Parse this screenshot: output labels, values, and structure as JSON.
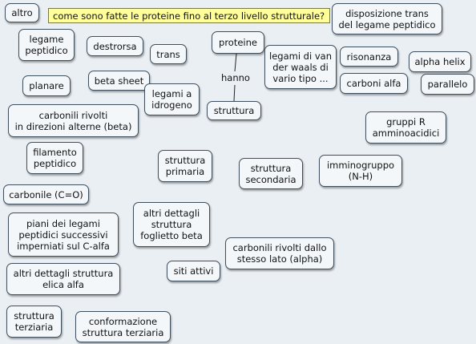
{
  "question": "come sono fatte le proteine fino al terzo livello strutturale?",
  "link_label": "hanno",
  "nodes": {
    "altro": "altro",
    "disposizione": "disposizione trans\ndel legame peptidico",
    "legame_peptidico": "legame\npeptidico",
    "destrorsa": "destrorsa",
    "trans": "trans",
    "proteine": "proteine",
    "van_der_waals": "legami di van\nder waals di\nvario tipo ...",
    "risonanza": "risonanza",
    "alpha_helix": "alpha helix",
    "planare": "planare",
    "beta_sheet": "beta sheet",
    "legami_idrogeno": "legami a\nidrogeno",
    "carboni_alfa": "carboni alfa",
    "parallelo": "parallelo",
    "struttura": "struttura",
    "carbonili_beta": "carbonili rivolti\nin direzioni alterne (beta)",
    "gruppi_r": "gruppi R\namminoacidici",
    "filamento": "filamento\npeptidico",
    "primaria": "struttura\nprimaria",
    "secondaria": "struttura\nsecondaria",
    "imminogruppo": "imminogruppo\n(N-H)",
    "carbonile": "carbonile (C=O)",
    "dettagli_beta": "altri dettagli\nstruttura\nfoglietto beta",
    "piani": "piani dei legami\npeptidici successivi\nimperniati sul C-alfa",
    "carbonili_alpha": "carbonili rivolti dallo\nstesso lato (alpha)",
    "siti_attivi": "siti attivi",
    "dettagli_elica": "altri dettagli struttura\nelica alfa",
    "terziaria": "struttura\nterziaria",
    "conformazione": "conformazione\nstruttura terziaria"
  },
  "colors": {
    "background": "#eaeff3",
    "node_fill": "#f4f7fa",
    "node_border": "#3f4f5e",
    "question_fill": "#ffff99"
  }
}
